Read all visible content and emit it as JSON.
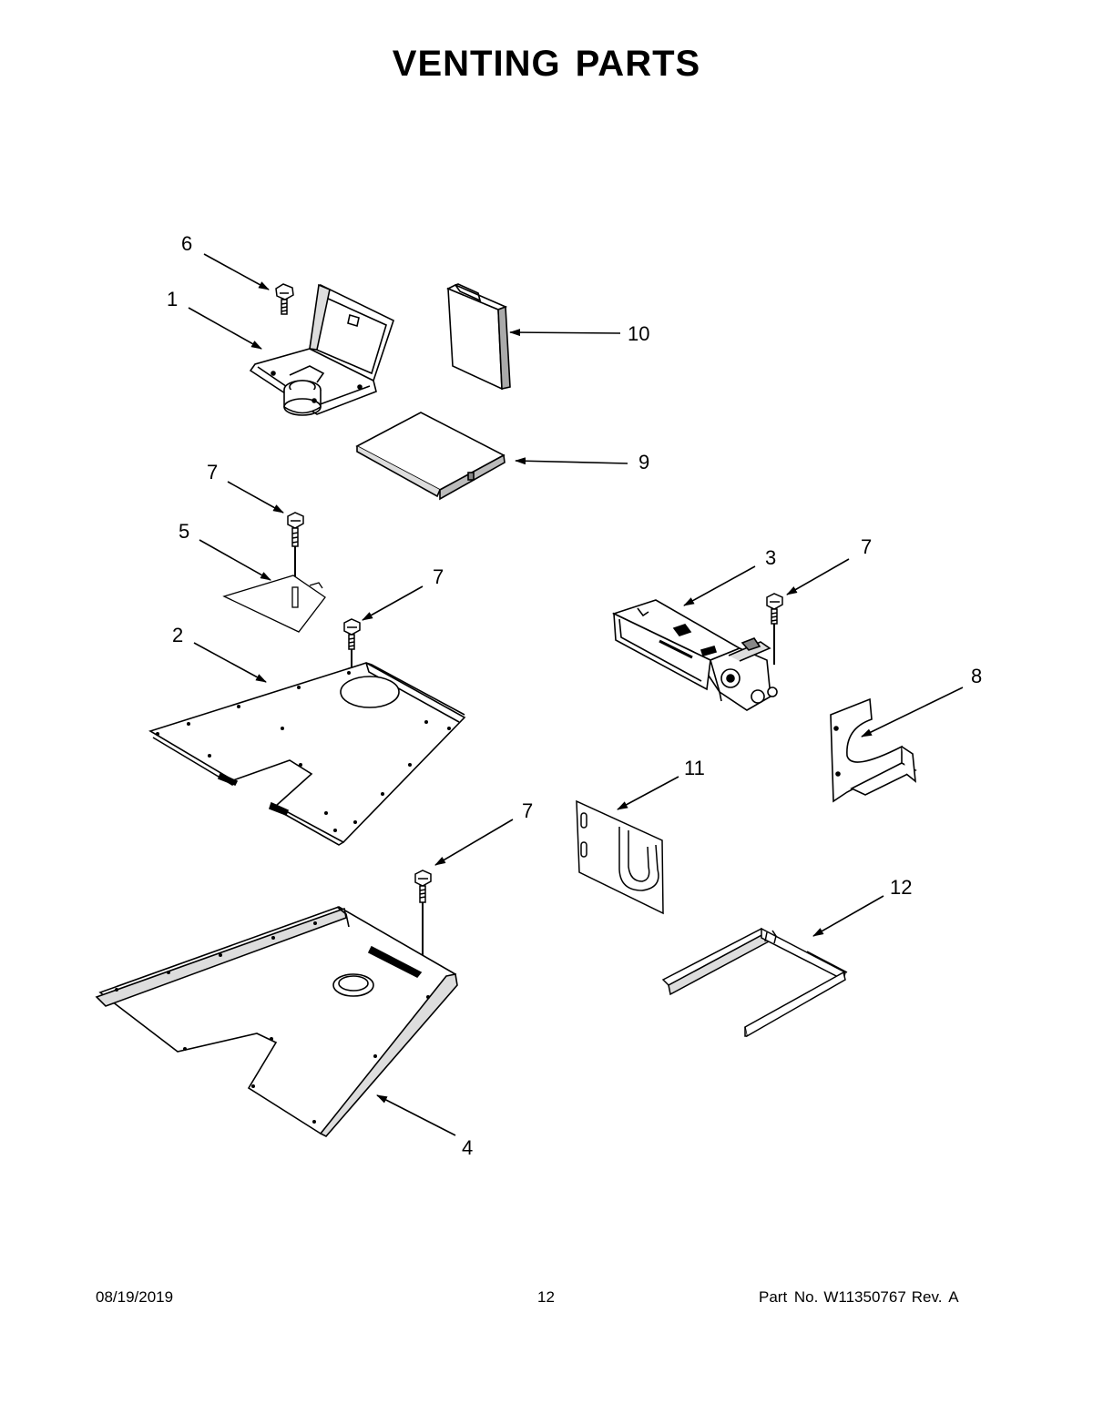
{
  "title": [
    "VENTING",
    "PARTS"
  ],
  "callouts": [
    {
      "id": "6",
      "label": "6"
    },
    {
      "id": "1",
      "label": "1"
    },
    {
      "id": "10",
      "label": "10"
    },
    {
      "id": "9",
      "label": "9"
    },
    {
      "id": "7a",
      "label": "7"
    },
    {
      "id": "5",
      "label": "5"
    },
    {
      "id": "7b",
      "label": "7"
    },
    {
      "id": "2",
      "label": "2"
    },
    {
      "id": "3",
      "label": "3"
    },
    {
      "id": "7c",
      "label": "7"
    },
    {
      "id": "8",
      "label": "8"
    },
    {
      "id": "11",
      "label": "11"
    },
    {
      "id": "7d",
      "label": "7"
    },
    {
      "id": "12",
      "label": "12"
    },
    {
      "id": "4",
      "label": "4"
    }
  ],
  "footer": {
    "date": "08/19/2019",
    "page": "12",
    "part_prefix": "Part No.",
    "part_number": "W11350767",
    "revision": "Rev. A"
  }
}
